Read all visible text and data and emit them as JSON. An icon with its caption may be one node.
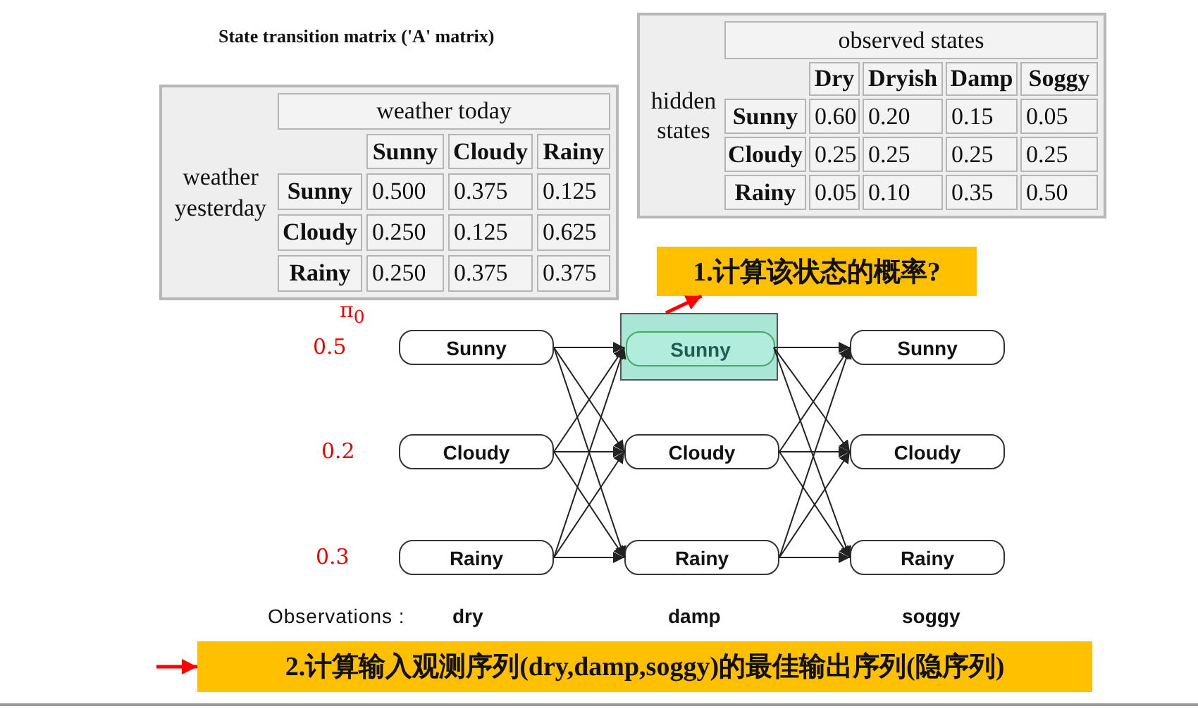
{
  "diagram": {
    "nodes": [
      {
        "text": [
          "1.计算该状态的概率?"
        ]
      },
      {
        "text": [
          "Sunny"
        ],
        "beside": [
          "0.5"
        ]
      },
      {
        "text": [],
        "shape": "box"
      },
      {
        "text": [
          "Sunny"
        ],
        "in": 2
      },
      {
        "text": [
          "Sunny"
        ]
      },
      {
        "text": [
          "Cloudy"
        ],
        "beside": [
          "0.2"
        ]
      },
      {
        "text": [
          "Cloudy"
        ]
      },
      {
        "text": [
          "Cloudy"
        ]
      },
      {
        "text": [
          "Rainy"
        ],
        "beside": [
          "0.3"
        ]
      },
      {
        "text": [
          "Rainy"
        ]
      },
      {
        "text": [
          "Rainy"
        ]
      },
      {
        "text": [
          "2.计算输入观测序列(dry,damp,soggy)的最佳输出序列(隐序列)"
        ]
      }
    ],
    "edges": [
      {
        "from": 1,
        "to": 3,
        "arrow": "to"
      },
      {
        "from": 1,
        "to": 6,
        "arrow": "to"
      },
      {
        "from": 1,
        "to": 9,
        "arrow": "to"
      },
      {
        "from": 5,
        "to": 3,
        "arrow": "to"
      },
      {
        "from": 5,
        "to": 6,
        "arrow": "to"
      },
      {
        "from": 5,
        "to": 9,
        "arrow": "to"
      },
      {
        "from": 8,
        "to": 3,
        "arrow": "to"
      },
      {
        "from": 8,
        "to": 6,
        "arrow": "to"
      },
      {
        "from": 8,
        "to": 9,
        "arrow": "to"
      },
      {
        "from": 3,
        "to": 4,
        "arrow": "to"
      },
      {
        "from": 3,
        "to": 7,
        "arrow": "to"
      },
      {
        "from": 3,
        "to": 10,
        "arrow": "to"
      },
      {
        "from": 6,
        "to": 4,
        "arrow": "to"
      },
      {
        "from": 6,
        "to": 7,
        "arrow": "to"
      },
      {
        "from": 6,
        "to": 10,
        "arrow": "to"
      },
      {
        "from": 9,
        "to": 4,
        "arrow": "to"
      },
      {
        "from": 9,
        "to": 7,
        "arrow": "to"
      },
      {
        "from": 9,
        "to": 10,
        "arrow": "to"
      },
      {
        "from": 2,
        "to": 0,
        "arrow": "to",
        "style": "thick",
        "color": "#ff0000"
      },
      {
        "from": null,
        "to": 11,
        "arrow": "to",
        "style": "thick",
        "color": "#ff0000"
      }
    ],
    "labels": [
      "State transition matrix ('A' matrix)",
      "weather today",
      "Sunny",
      "Cloudy",
      "Rainy",
      "weather yesterday",
      "Sunny",
      "0.500",
      "0.375",
      "0.125",
      "Cloudy",
      "0.250",
      "0.125",
      "0.625",
      "Rainy",
      "0.250",
      "0.375",
      "0.375",
      "hidden states",
      "observed states",
      "Dry",
      "Dryish",
      "Damp",
      "Soggy",
      "Sunny",
      "0.60",
      "0.20",
      "0.15",
      "0.05",
      "Cloudy",
      "0.25",
      "0.25",
      "0.25",
      "0.25",
      "Rainy",
      "0.05",
      "0.10",
      "0.35",
      "0.50",
      "π$_{0}$",
      "Observations :",
      "dry",
      "damp",
      "soggy"
    ]
  }
}
